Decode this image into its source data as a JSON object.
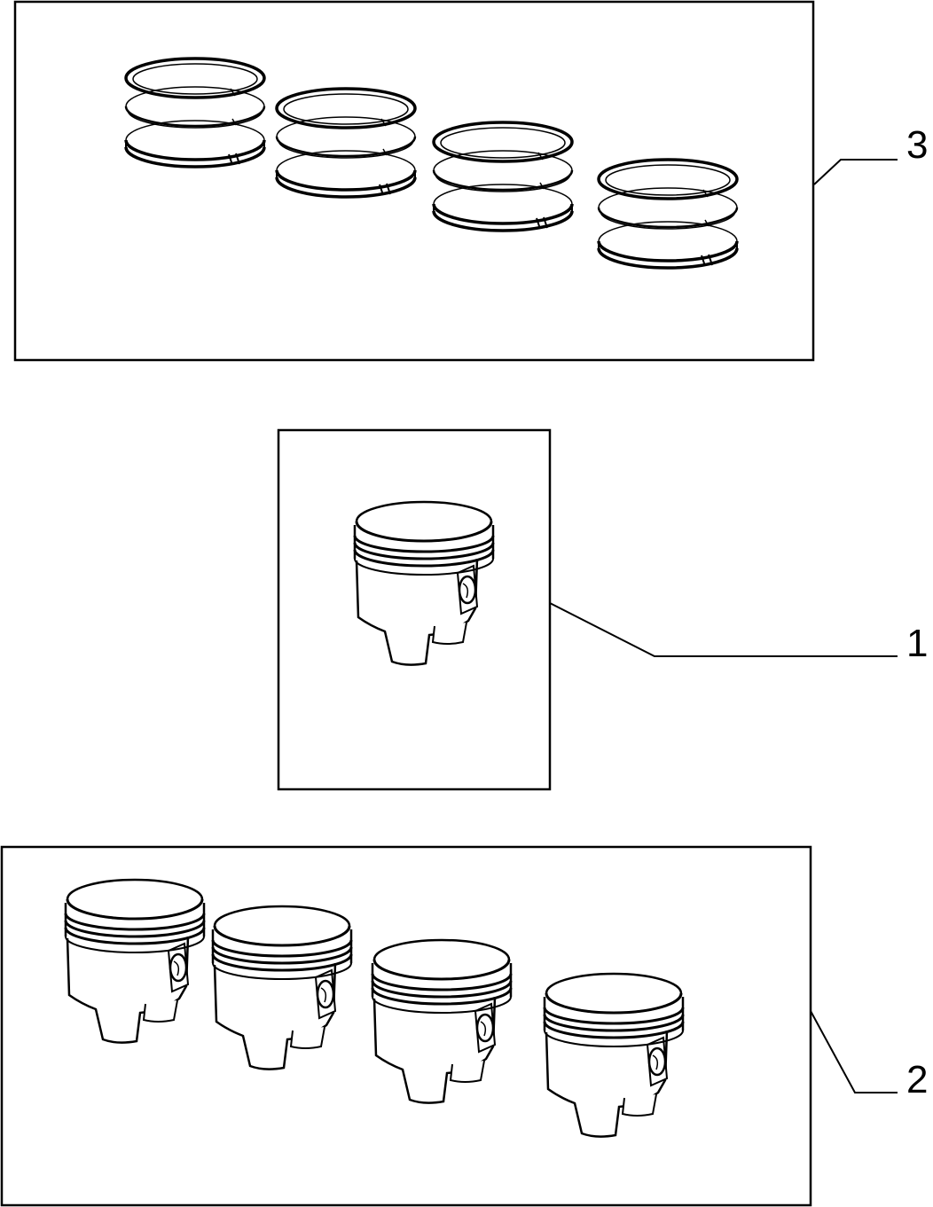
{
  "diagram": {
    "callouts": [
      {
        "id": "rings",
        "label": "3"
      },
      {
        "id": "single-piston",
        "label": "1"
      },
      {
        "id": "piston-set",
        "label": "2"
      }
    ],
    "colors": {
      "line": "#000000",
      "background": "#ffffff"
    }
  }
}
